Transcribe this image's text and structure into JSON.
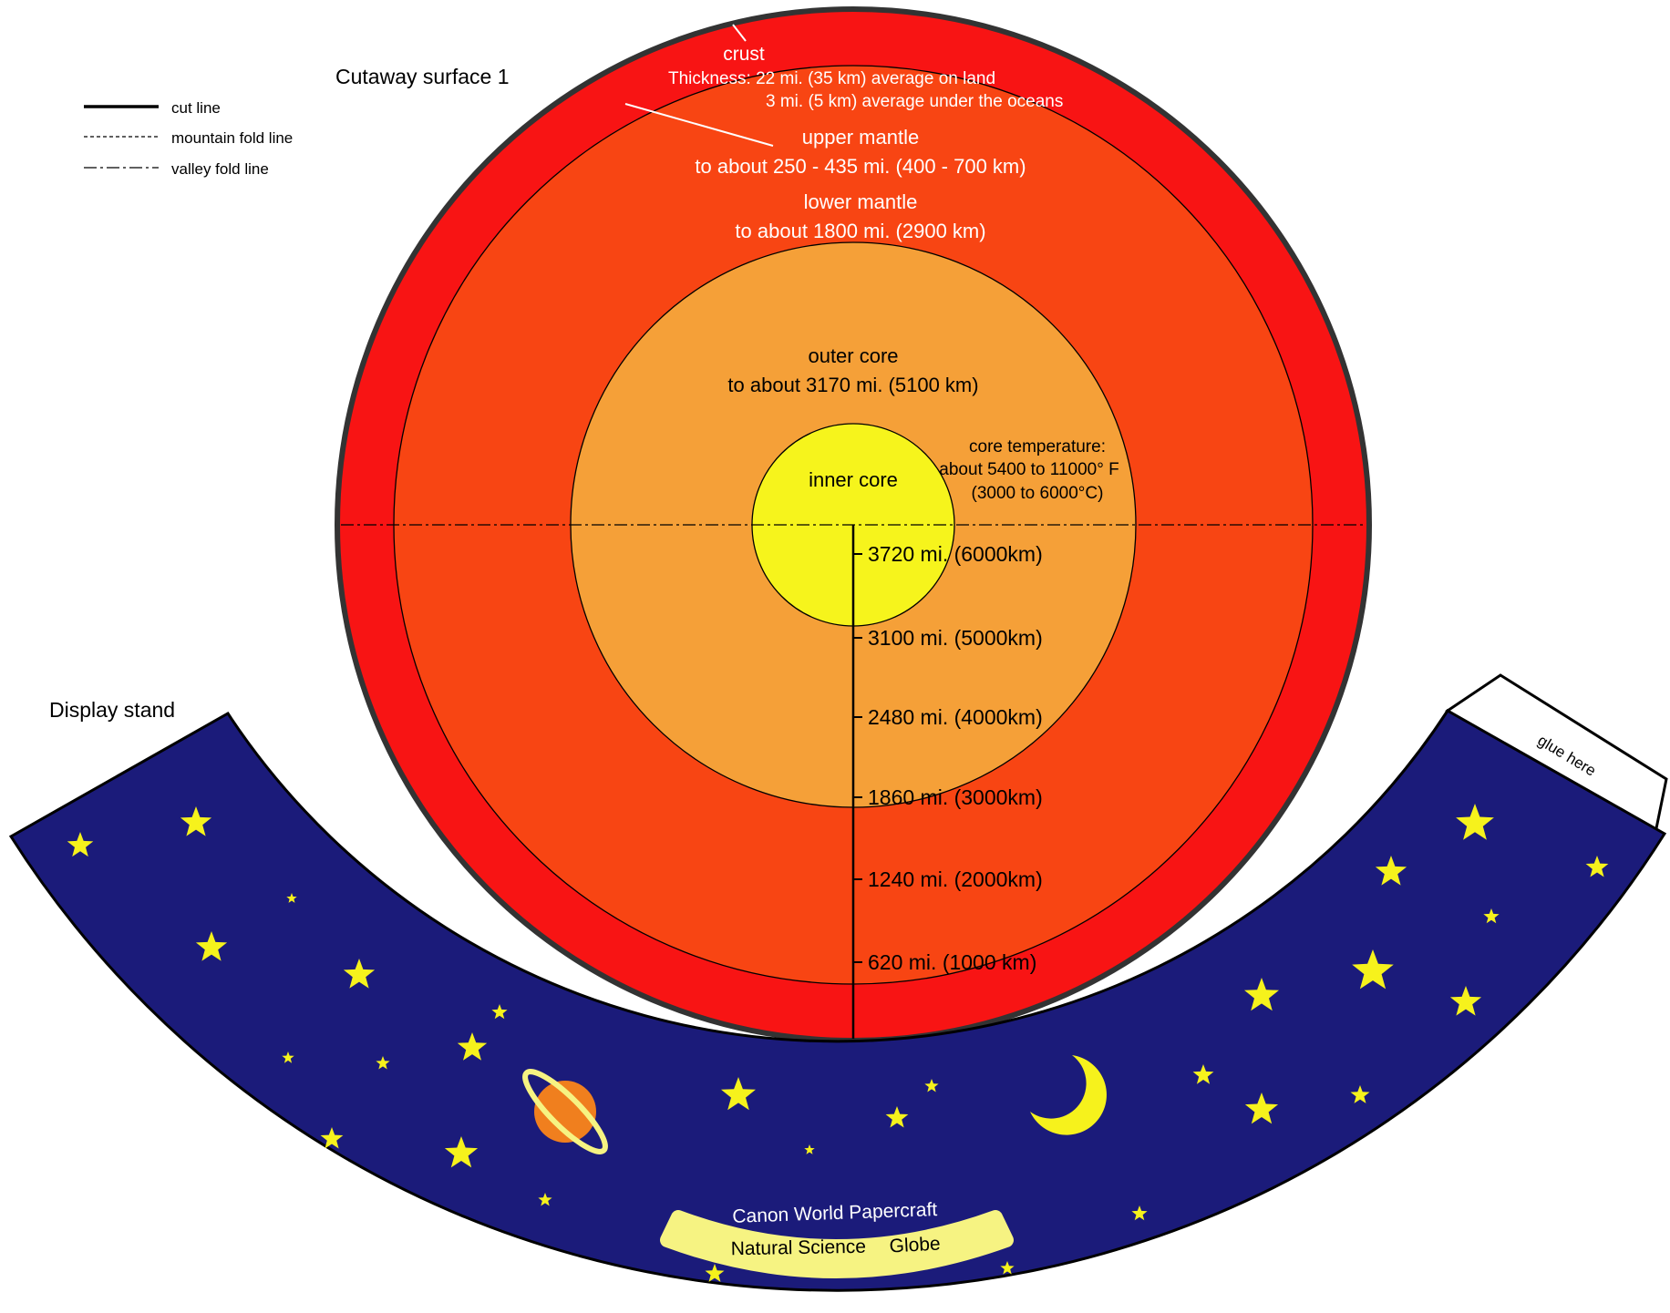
{
  "titles": {
    "cutaway": "Cutaway surface 1",
    "stand": "Display stand"
  },
  "legend": [
    {
      "label": "cut line"
    },
    {
      "label": "mountain fold line"
    },
    {
      "label": "valley fold line"
    }
  ],
  "layers": {
    "crust": {
      "name": "crust",
      "line1": "Thickness: 22 mi. (35 km) average on land",
      "line2": "3 mi. (5 km) average under the oceans",
      "color": "#f81414"
    },
    "upper_mantle": {
      "name": "upper mantle",
      "detail": "to about 250 - 435 mi. (400 - 700 km)"
    },
    "lower_mantle": {
      "name": "lower mantle",
      "detail": "to about 1800 mi. (2900 km)",
      "color": "#f84513"
    },
    "outer_core": {
      "name": "outer core",
      "detail": "to about 3170 mi. (5100 km)",
      "color": "#f5a038"
    },
    "inner_core": {
      "name": "inner core",
      "color": "#f6f41c"
    }
  },
  "core_temperature": {
    "line1": "core temperature:",
    "line2": "about 5400 to 11000° F",
    "line3": "(3000 to 6000°C)"
  },
  "scale_labels": [
    "3720 mi. (6000km)",
    "3100 mi. (5000km)",
    "2480 mi. (4000km)",
    "1860 mi. (3000km)",
    "1240 mi. (2000km)",
    "620 mi. (1000 km)"
  ],
  "stand": {
    "glue": "glue here",
    "brand": "Canon World Papercraft",
    "subtitle": "Natural Science",
    "product": "Globe",
    "colors": {
      "band": "#1b1b7a",
      "star": "#f6f21c",
      "planet": "#f07f1e",
      "label": "#f6f382"
    }
  }
}
